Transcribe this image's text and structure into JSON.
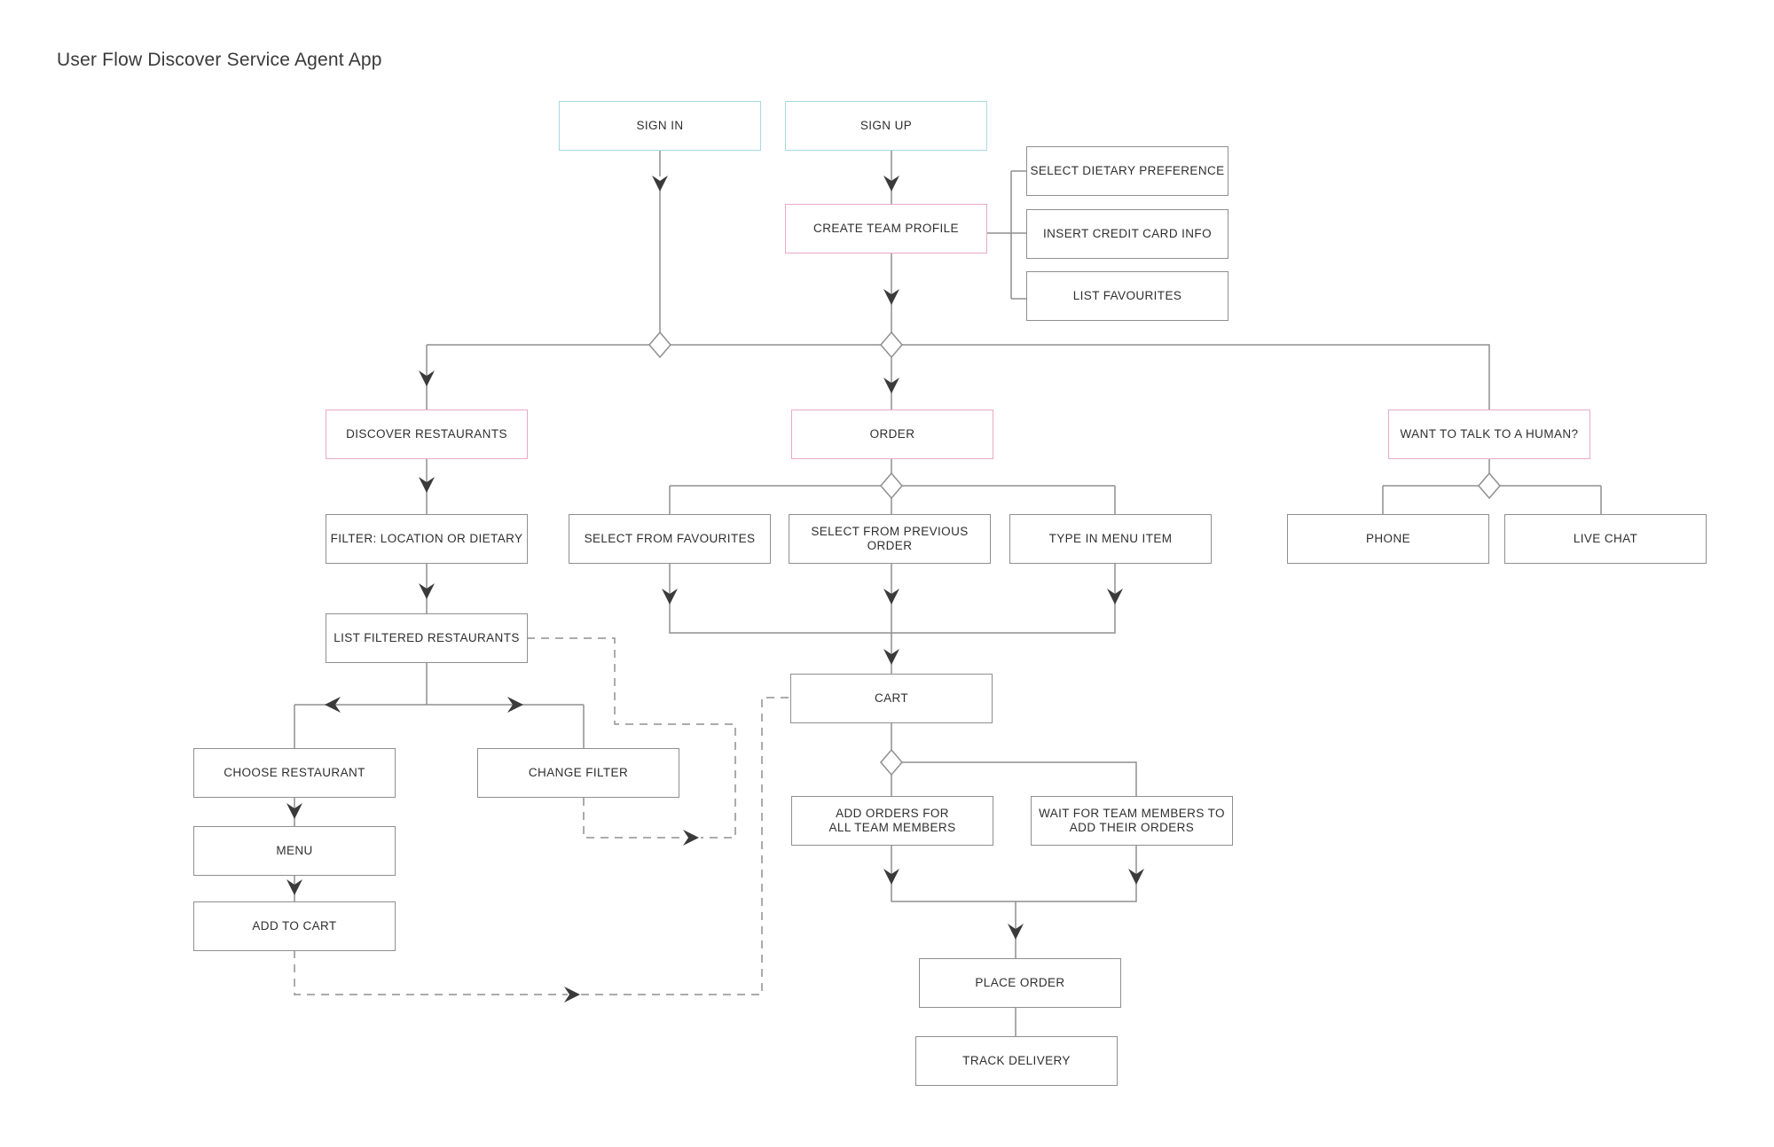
{
  "title": "User Flow Discover Service Agent App",
  "colors": {
    "line": "#8f8f8f",
    "arrow": "#3a3a3a",
    "entry_border": "#a9d8e3",
    "section_border": "#e8a9c9",
    "step_border": "#8f8f8f"
  },
  "nodes": {
    "sign_in": "SIGN IN",
    "sign_up": "SIGN UP",
    "create_team_profile": "CREATE TEAM PROFILE",
    "select_dietary_preference": "SELECT DIETARY PREFERENCE",
    "insert_credit_card_info": "INSERT CREDIT CARD INFO",
    "list_favourites": "LIST FAVOURITES",
    "discover_restaurants": "DISCOVER RESTAURANTS",
    "order": "ORDER",
    "want_to_talk": "WANT TO TALK TO A HUMAN?",
    "filter": "FILTER: LOCATION OR DIETARY",
    "select_from_favourites": "SELECT FROM FAVOURITES",
    "select_from_previous_order": "SELECT FROM PREVIOUS ORDER",
    "type_in_menu_item": "TYPE IN MENU ITEM",
    "phone": "PHONE",
    "live_chat": "LIVE CHAT",
    "list_filtered_restaurants": "LIST FILTERED RESTAURANTS",
    "cart": "CART",
    "choose_restaurant": "CHOOSE RESTAURANT",
    "change_filter": "CHANGE FILTER",
    "menu": "MENU",
    "add_to_cart": "ADD TO CART",
    "add_orders_for_all": "ADD ORDERS FOR\nALL TEAM MEMBERS",
    "wait_for_team": "WAIT FOR TEAM MEMBERS TO\nADD THEIR ORDERS",
    "place_order": "PLACE ORDER",
    "track_delivery": "TRACK DELIVERY"
  }
}
